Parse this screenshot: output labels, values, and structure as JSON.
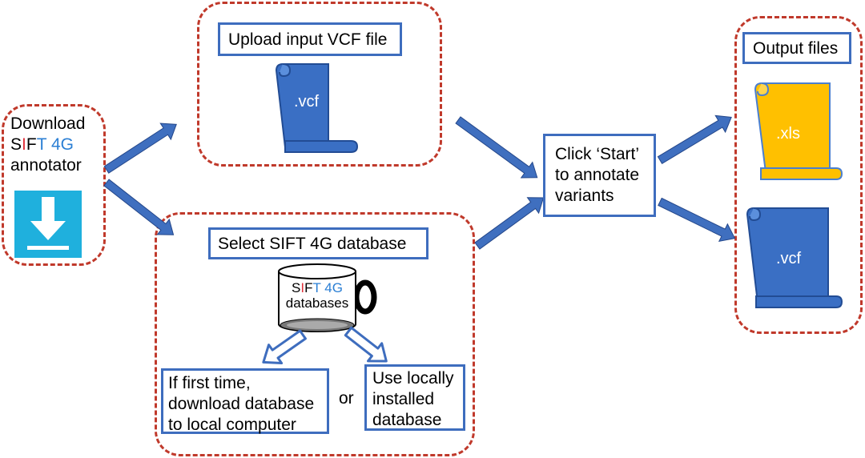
{
  "download": {
    "line1": "Download",
    "sift_s": "S",
    "sift_i": "I",
    "sift_f": "F",
    "sift_t4g": "T 4G",
    "line3": "annotator"
  },
  "upload": {
    "label": "Upload input VCF file",
    "file_label": ".vcf"
  },
  "database": {
    "label": "Select  SIFT 4G database",
    "cyl_s": "S",
    "cyl_i": "I",
    "cyl_f": "F",
    "cyl_t4g": "T 4G",
    "cyl_line2": "databases",
    "option1_lines": [
      "If first time,",
      "download database",
      "to  local computer"
    ],
    "or": "or",
    "option2_lines": [
      "Use  locally",
      "installed",
      "database"
    ]
  },
  "start": {
    "lines": [
      "Click ‘Start’",
      "to annotate",
      "variants"
    ]
  },
  "output": {
    "label": "Output files",
    "file1": ".xls",
    "file2": ".vcf"
  },
  "colors": {
    "dash_red": "#c0392b",
    "box_blue": "#3e6dbe",
    "scroll_blue": "#3a6fc4",
    "scroll_yellow": "#ffc000",
    "download_cyan": "#1fb0dd",
    "sift_red": "#e0303a",
    "sift_blue": "#2b7fd4"
  }
}
